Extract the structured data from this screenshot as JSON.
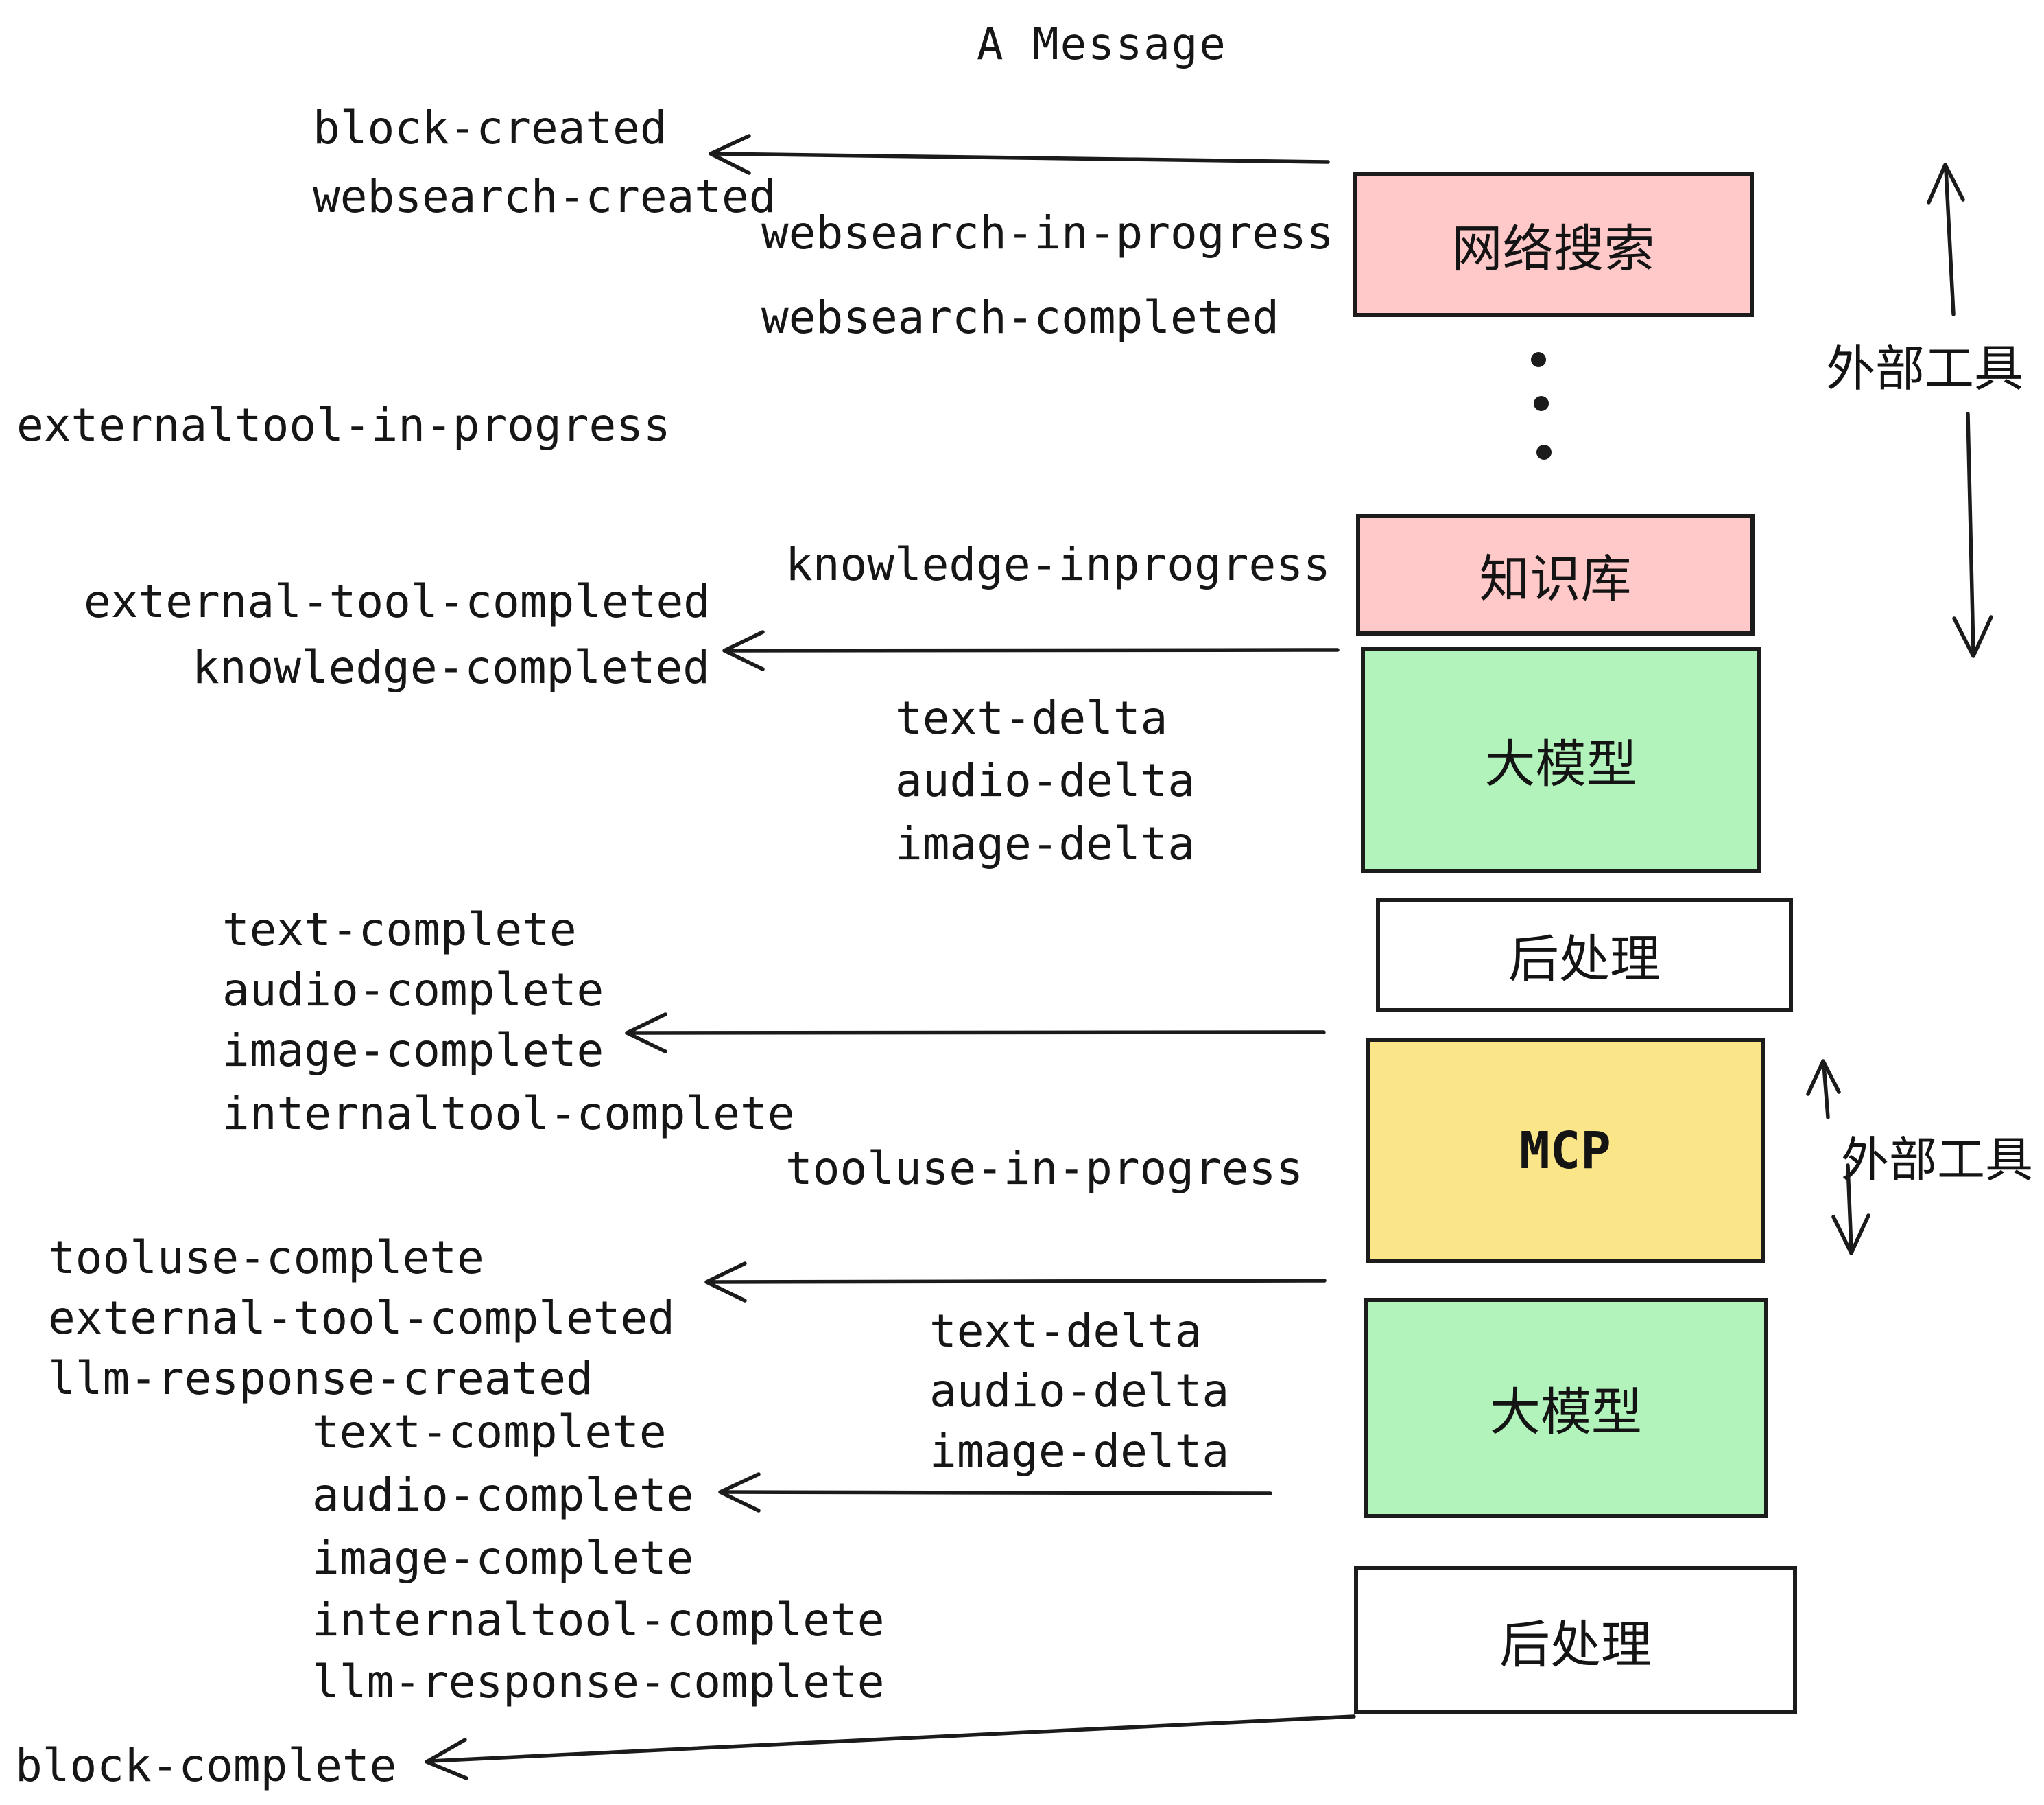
{
  "title": "A Message",
  "colors": {
    "pink": "#ffc9c9",
    "green": "#b2f2bb",
    "yellow": "#fae588",
    "white": "#ffffff",
    "ink": "#1b1b1b"
  },
  "boxes": [
    {
      "id": "websearch",
      "label": "网络搜索",
      "fill": "pink"
    },
    {
      "id": "knowledge",
      "label": "知识库",
      "fill": "pink"
    },
    {
      "id": "llm-1",
      "label": "大模型",
      "fill": "green"
    },
    {
      "id": "postproc-1",
      "label": "后处理",
      "fill": "white"
    },
    {
      "id": "mcp",
      "label": "MCP",
      "fill": "yellow"
    },
    {
      "id": "llm-2",
      "label": "大模型",
      "fill": "green"
    },
    {
      "id": "postproc-2",
      "label": "后处理",
      "fill": "white"
    }
  ],
  "events": [
    "block-created",
    "websearch-created",
    "websearch-in-progress",
    "websearch-completed",
    "externaltool-in-progress",
    "knowledge-inprogress",
    "external-tool-completed",
    "knowledge-completed",
    "text-delta",
    "audio-delta",
    "image-delta",
    "text-complete",
    "audio-complete",
    "image-complete",
    "internaltool-complete",
    "tooluse-in-progress",
    "tooluse-complete",
    "external-tool-completed",
    "llm-response-created",
    "text-complete",
    "audio-complete",
    "image-complete",
    "internaltool-complete",
    "llm-response-complete",
    "text-delta",
    "audio-delta",
    "image-delta",
    "block-complete"
  ],
  "side_labels": [
    {
      "label": "外部工具"
    },
    {
      "label": "外部工具"
    }
  ],
  "icons": {
    "ellipsis": "vertical-ellipsis-dots",
    "arrows": "hand-drawn-open-arrowheads"
  }
}
